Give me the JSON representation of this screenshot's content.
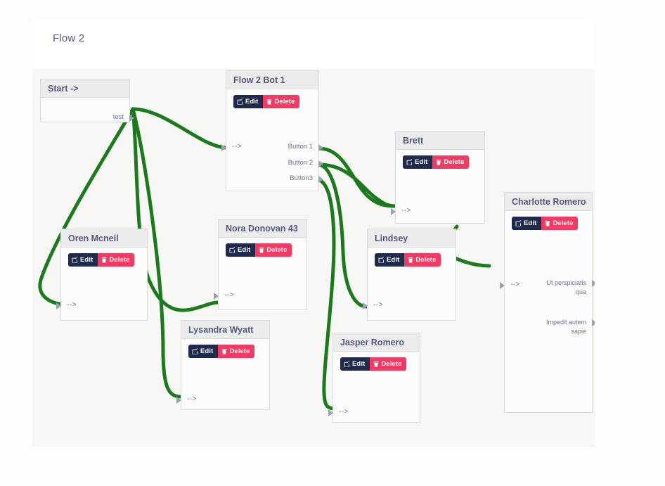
{
  "header": {
    "title": "Flow 2"
  },
  "buttons": {
    "edit_label": "Edit",
    "delete_label": "Delete",
    "edit_icon": "pencil-square-icon",
    "delete_icon": "trash-icon",
    "edit_color": "#1f2a4d",
    "delete_color": "#f43a63"
  },
  "canvas": {
    "background": "#f7f7f5",
    "edge_color": "#1b7a1b",
    "anchor_color": "#9aa0b4"
  },
  "nodes": [
    {
      "id": "start",
      "title": "Start ->",
      "has_actions": false,
      "inputs": [],
      "outputs": [
        "test"
      ]
    },
    {
      "id": "flow2bot1",
      "title": "Flow 2 Bot 1",
      "has_actions": true,
      "inputs": [
        "-->"
      ],
      "outputs": [
        "Button 1",
        "Button 2",
        "Button3"
      ]
    },
    {
      "id": "oren",
      "title": "Oren Mcneil",
      "has_actions": true,
      "inputs": [
        "-->"
      ],
      "outputs": []
    },
    {
      "id": "nora",
      "title": "Nora Donovan 43",
      "has_actions": true,
      "inputs": [
        "-->"
      ],
      "outputs": []
    },
    {
      "id": "lysandra",
      "title": "Lysandra Wyatt",
      "has_actions": true,
      "inputs": [
        "-->"
      ],
      "outputs": []
    },
    {
      "id": "brett",
      "title": "Brett",
      "has_actions": true,
      "inputs": [
        "-->"
      ],
      "outputs": []
    },
    {
      "id": "lindsey",
      "title": "Lindsey",
      "has_actions": true,
      "inputs": [
        "-->"
      ],
      "outputs": []
    },
    {
      "id": "jasper",
      "title": "Jasper Romero",
      "has_actions": true,
      "inputs": [
        "-->"
      ],
      "outputs": []
    },
    {
      "id": "charlotte",
      "title": "Charlotte Romero",
      "has_actions": true,
      "inputs": [
        "-->"
      ],
      "outputs": [
        "Ut perspiciatis qua",
        "Impedit autem sapie"
      ]
    }
  ]
}
